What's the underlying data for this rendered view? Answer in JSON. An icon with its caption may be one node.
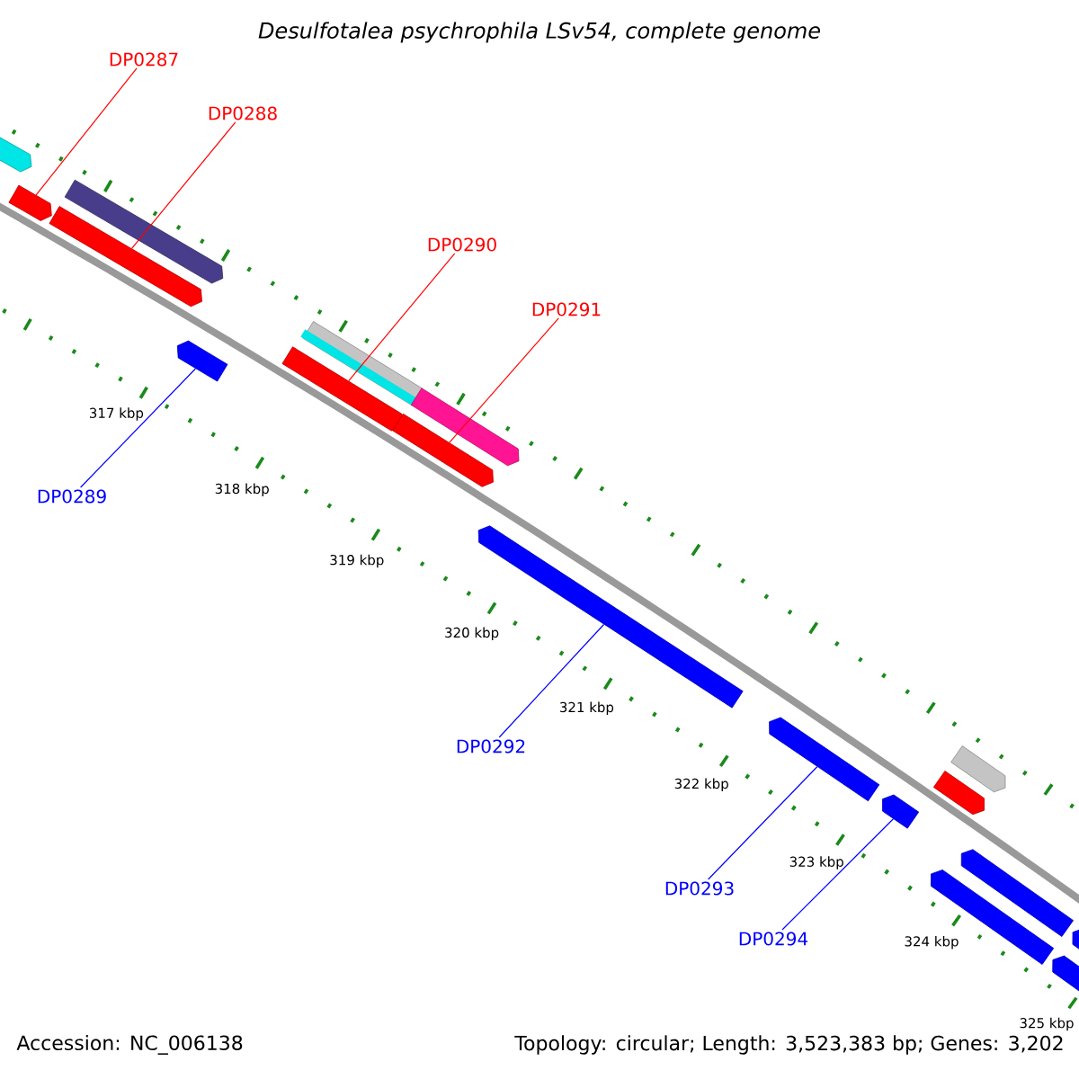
{
  "diagram": {
    "title": "Desulfotalea psychrophila LSv54, complete genome",
    "nodes": [
      {
        "text": [
          "DP0287"
        ]
      },
      {
        "text": [
          "DP0288"
        ]
      },
      {
        "text": [
          "DP0290"
        ]
      },
      {
        "text": [
          "DP0291"
        ]
      },
      {
        "text": [
          "DP0289"
        ]
      },
      {
        "text": [
          "DP0292"
        ]
      },
      {
        "text": [
          "DP0293"
        ]
      },
      {
        "text": [
          "DP0294"
        ]
      },
      {
        "text": [],
        "shape": "bar"
      },
      {
        "text": [],
        "shape": "bar"
      },
      {
        "text": [],
        "shape": "bar"
      },
      {
        "text": [],
        "shape": "bar"
      },
      {
        "text": [],
        "shape": "bar"
      },
      {
        "text": [],
        "shape": "bar"
      },
      {
        "text": [],
        "shape": "bar"
      },
      {
        "text": [],
        "shape": "bar"
      },
      {
        "text": [],
        "shape": "bar"
      },
      {
        "text": [],
        "shape": "bar"
      },
      {
        "text": [],
        "shape": "bar"
      },
      {
        "text": [],
        "shape": "bar"
      },
      {
        "text": [],
        "shape": "bar"
      },
      {
        "text": [],
        "shape": "bar"
      },
      {
        "text": [],
        "shape": "bar"
      },
      {
        "text": [],
        "shape": "bar"
      },
      {
        "text": [],
        "shape": "bar"
      },
      {
        "text": [],
        "shape": "bar"
      }
    ],
    "edges": [
      {
        "from": 0,
        "to": 9,
        "arrow": "none",
        "color": "#ff0000"
      },
      {
        "from": 1,
        "to": 10,
        "arrow": "none",
        "color": "#ff0000"
      },
      {
        "from": 2,
        "to": 13,
        "arrow": "none",
        "color": "#ff0000"
      },
      {
        "from": 3,
        "to": 15,
        "arrow": "none",
        "color": "#ff0000"
      },
      {
        "from": 4,
        "to": 12,
        "arrow": "none",
        "color": "#0000ff"
      },
      {
        "from": 5,
        "to": 17,
        "arrow": "none",
        "color": "#0000ff"
      },
      {
        "from": 6,
        "to": 18,
        "arrow": "none",
        "color": "#0000ff"
      },
      {
        "from": 7,
        "to": 19,
        "arrow": "none",
        "color": "#0000ff"
      }
    ],
    "labels": [
      "317 kbp",
      "318 kbp",
      "319 kbp",
      "320 kbp",
      "321 kbp",
      "322 kbp",
      "323 kbp",
      "324 kbp",
      "325 kbp",
      "Accession: NC_006138",
      "Topology: circular; Length: 3,523,383 bp; Genes: 3,202"
    ]
  }
}
